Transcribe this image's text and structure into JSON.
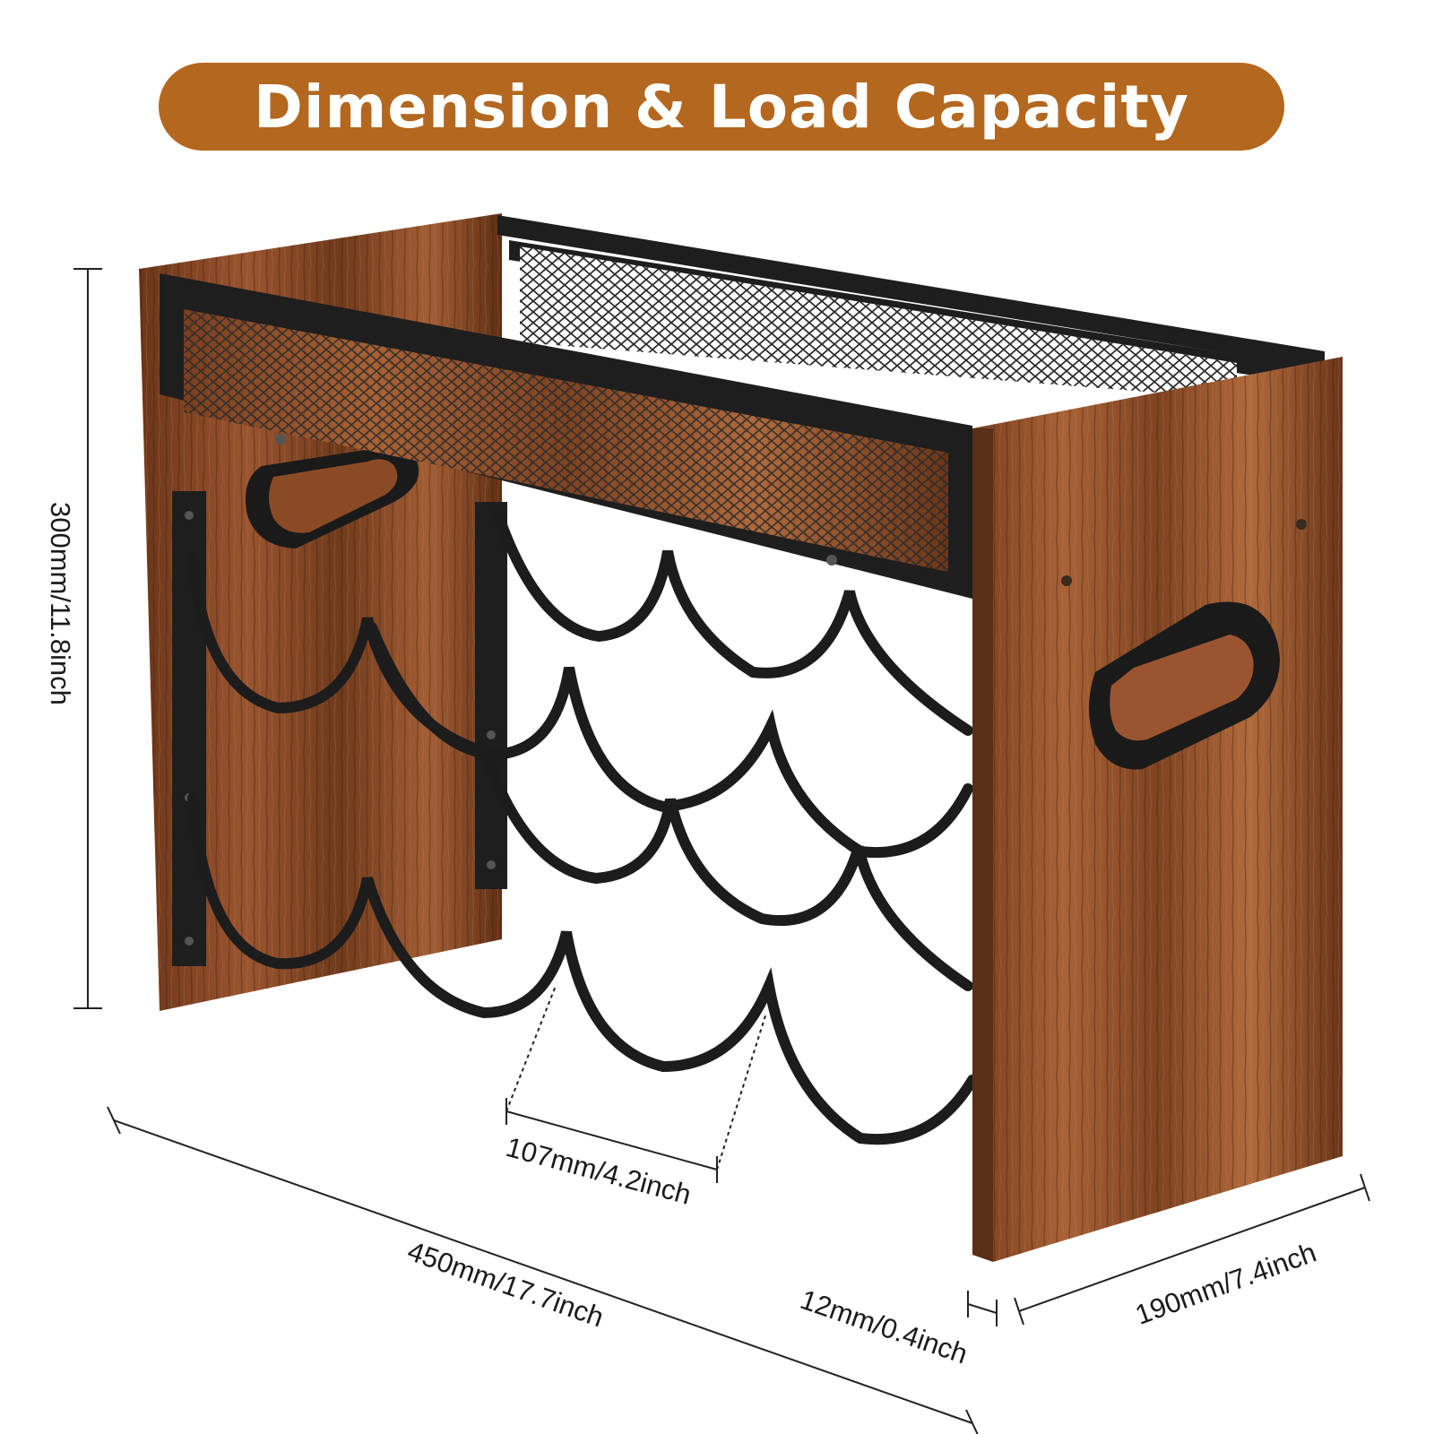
{
  "banner": {
    "title": "Dimension & Load Capacity"
  },
  "dimensions": {
    "height": "300mm/11.8inch",
    "slot_spacing": "107mm/4.2inch",
    "width": "450mm/17.7inch",
    "panel_thickness": "12mm/0.4inch",
    "depth": "190mm/7.4inch"
  },
  "colors": {
    "banner": "#b4671f",
    "wood_dark": "#5a2f17",
    "wood_mid": "#8a4a25",
    "wood_light": "#a86236",
    "metal": "#1e1e1e",
    "line": "#222222"
  },
  "icons": {
    "product": "wine-rack-image"
  }
}
